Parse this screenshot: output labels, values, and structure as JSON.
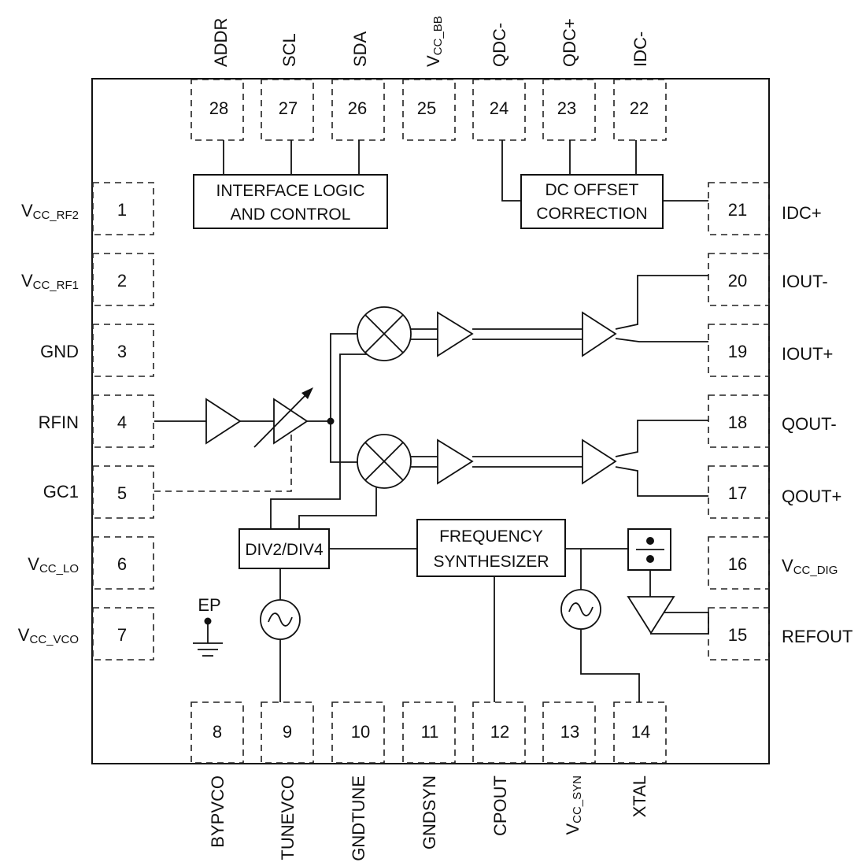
{
  "pins": {
    "p1": {
      "num": "1",
      "label": "V",
      "sub": "CC_RF2"
    },
    "p2": {
      "num": "2",
      "label": "V",
      "sub": "CC_RF1"
    },
    "p3": {
      "num": "3",
      "label": "GND"
    },
    "p4": {
      "num": "4",
      "label": "RFIN"
    },
    "p5": {
      "num": "5",
      "label": "GC1"
    },
    "p6": {
      "num": "6",
      "label": "V",
      "sub": "CC_LO"
    },
    "p7": {
      "num": "7",
      "label": "V",
      "sub": "CC_VCO"
    },
    "p8": {
      "num": "8",
      "label": "BYPVCO"
    },
    "p9": {
      "num": "9",
      "label": "TUNEVCO"
    },
    "p10": {
      "num": "10",
      "label": "GNDTUNE"
    },
    "p11": {
      "num": "11",
      "label": "GNDSYN"
    },
    "p12": {
      "num": "12",
      "label": "CPOUT"
    },
    "p13": {
      "num": "13",
      "label": "V",
      "sub": "CC_SYN"
    },
    "p14": {
      "num": "14",
      "label": "XTAL"
    },
    "p15": {
      "num": "15",
      "label": "REFOUT"
    },
    "p16": {
      "num": "16",
      "label": "V",
      "sub": "CC_DIG"
    },
    "p17": {
      "num": "17",
      "label": "QOUT+"
    },
    "p18": {
      "num": "18",
      "label": "QOUT-"
    },
    "p19": {
      "num": "19",
      "label": "IOUT+"
    },
    "p20": {
      "num": "20",
      "label": "IOUT-"
    },
    "p21": {
      "num": "21",
      "label": "IDC+"
    },
    "p22": {
      "num": "22",
      "label": "IDC-"
    },
    "p23": {
      "num": "23",
      "label": "QDC+"
    },
    "p24": {
      "num": "24",
      "label": "QDC-"
    },
    "p25": {
      "num": "25",
      "label": "V",
      "sub": "CC_BB"
    },
    "p26": {
      "num": "26",
      "label": "SDA"
    },
    "p27": {
      "num": "27",
      "label": "SCL"
    },
    "p28": {
      "num": "28",
      "label": "ADDR"
    }
  },
  "blocks": {
    "interface_logic": {
      "line1": "INTERFACE LOGIC",
      "line2": "AND CONTROL"
    },
    "dc_offset": {
      "line1": "DC OFFSET",
      "line2": "CORRECTION"
    },
    "frequency_synth": {
      "line1": "FREQUENCY",
      "line2": "SYNTHESIZER"
    },
    "divider": {
      "label": "DIV2/DIV4"
    },
    "exposed_pad": {
      "label": "EP"
    }
  }
}
